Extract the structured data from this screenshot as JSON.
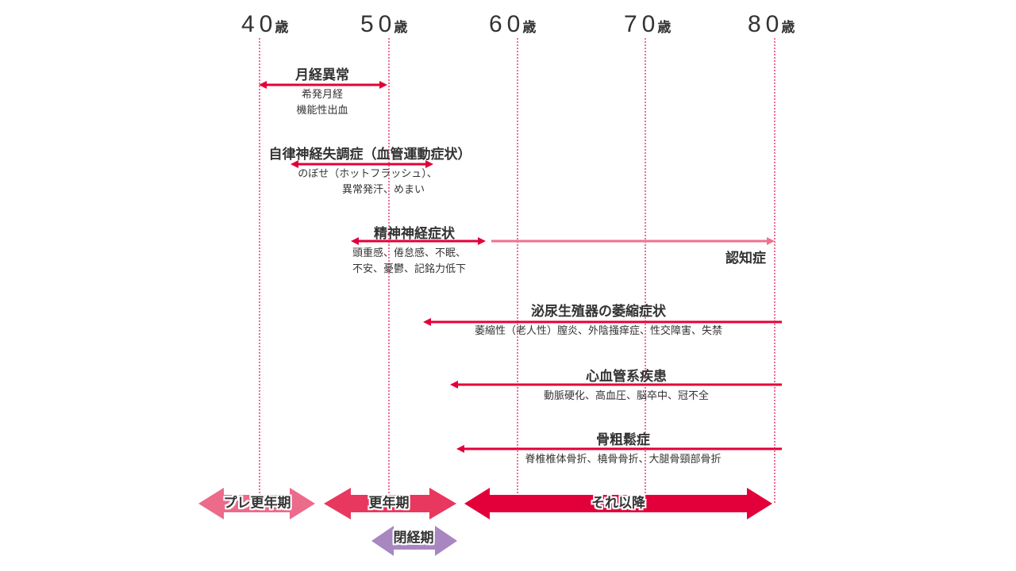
{
  "age_axis": {
    "unit": "歳",
    "ticks": [
      "40",
      "50",
      "60",
      "70",
      "80"
    ]
  },
  "symptoms": [
    {
      "title": "月経異常",
      "details": [
        "希発月経",
        "機能性出血"
      ],
      "age_from": 40,
      "age_to": 50,
      "direction": "both"
    },
    {
      "title": "自律神経失調症（血管運動症状）",
      "details": [
        "のぼせ（ホットフラッシュ）、",
        "異常発汗、めまい"
      ],
      "age_from": 42.5,
      "age_to": 53.5,
      "direction": "both"
    },
    {
      "title": "精神神経症状",
      "details": [
        "頭重感、倦怠感、不眠、",
        "不安、憂鬱、記銘力低下"
      ],
      "age_from": 47,
      "age_to": 57.5,
      "direction": "both"
    },
    {
      "title": "認知症",
      "details": [],
      "age_from": 58,
      "age_to": 80,
      "direction": "right"
    },
    {
      "title": "泌尿生殖器の萎縮症状",
      "details": [
        "萎縮性（老人性）膣炎、外陰掻痒症、性交障害、失禁"
      ],
      "age_from": 53,
      "age_to": 80.5,
      "direction": "left"
    },
    {
      "title": "心血管系疾患",
      "details": [
        "動脈硬化、高血圧、脳卒中、冠不全"
      ],
      "age_from": 55,
      "age_to": 80.5,
      "direction": "left"
    },
    {
      "title": "骨粗鬆症",
      "details": [
        "脊椎椎体骨折、橈骨骨折、大腿骨頸部骨折"
      ],
      "age_from": 55.5,
      "age_to": 80.5,
      "direction": "left"
    }
  ],
  "stages": [
    {
      "label": "プレ更年期",
      "color": "#ec6a8a"
    },
    {
      "label": "更年期",
      "color": "#e8385f"
    },
    {
      "label": "それ以降",
      "color": "#e3003a"
    },
    {
      "label": "閉経期",
      "color": "#a886c0"
    }
  ],
  "colors": {
    "arrow_main": "#e3003a",
    "arrow_dementia": "#f07090",
    "guide": "#f06e92",
    "text": "#333333"
  }
}
